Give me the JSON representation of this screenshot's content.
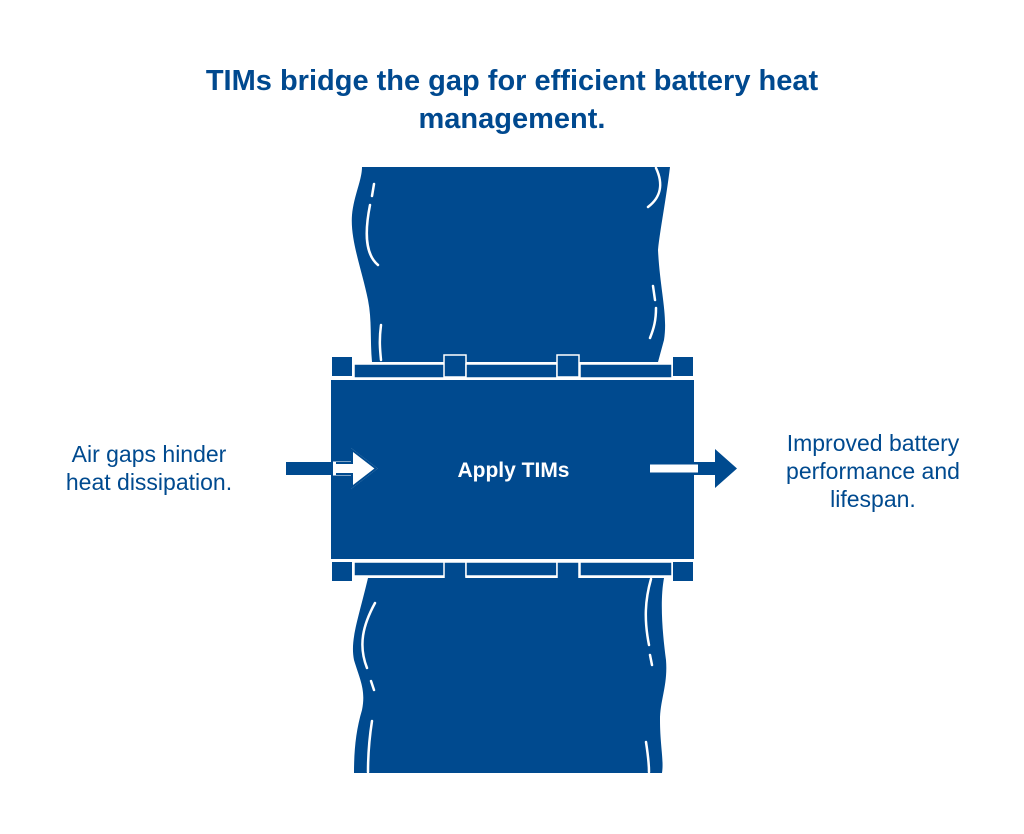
{
  "title": {
    "line1": "TIMs bridge the gap for efficient battery heat",
    "line2": "management."
  },
  "left_caption": {
    "line1": "Air gaps hinder",
    "line2": "heat dissipation."
  },
  "center_label": "Apply TIMs",
  "right_caption": {
    "line1": "Improved battery",
    "line2": "performance and",
    "line3": "lifespan."
  },
  "icons": {
    "left_arrow": "outline-arrow-right-icon",
    "right_arrow": "outline-arrow-right-icon",
    "top_battery": "battery-cell-icon",
    "bottom_battery": "battery-cell-icon",
    "tim_layer_top": "thermal-interface-layer",
    "tim_layer_bottom": "thermal-interface-layer"
  },
  "colors": {
    "primary": "#004a8f",
    "background": "#ffffff",
    "outline": "#ffffff"
  }
}
